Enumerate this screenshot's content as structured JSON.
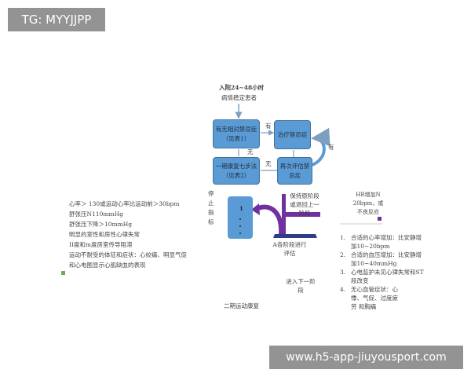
{
  "watermark_top": "TG: MYYJJPP",
  "watermark_bottom": "www.h5-app-jiuyousport.com",
  "flow": {
    "start_line1": "入院24~48小时",
    "start_line2": "病情稳定患者",
    "box1": "有无相对禁忌症（见表1）",
    "box2": "治疗禁忌症",
    "box3": "一期康复七步法（见表2）",
    "box4": "再次评估禁忌症",
    "label_yes1": "有",
    "label_no1": "无",
    "label_no2": "无",
    "label_yes2": "有"
  },
  "stop": {
    "title": "停止指标",
    "items": [
      "心率＞ 130或运动心率比运动前＞30bpm",
      "舒张压N110mmHg",
      "舒张压下降＞10mmHg",
      "明显的室性和房性心律失常",
      "II度和m度房室传导阻滞",
      "运动不耐受的体征和症状：心绞痛、明显气促",
      "和心电图显示心肌缺血的表现"
    ]
  },
  "stage": {
    "bar_number": "1",
    "keep": "保持原阶段或退回上一阶段",
    "evaluate": "A各阶段进行评估",
    "next": "进入下一阶段",
    "phase2": "二期运动康复"
  },
  "right": {
    "hr": "HR增加N 20bpm，或不良反应",
    "items": [
      {
        "n": "1.",
        "text": "合适的心率增加：比安静增加10~20bpm"
      },
      {
        "n": "2.",
        "text": "合适的血压增加：比安静增加10~40mmHg"
      },
      {
        "n": "3.",
        "text": "心电监护未见心律失常和ST段改变"
      },
      {
        "n": "4.",
        "text": "无心血管症状：心悸、气促、过度疲劳 和胸痛"
      }
    ]
  },
  "colors": {
    "box": "#5b9bd5",
    "purple": "#7030a0",
    "green": "#70ad47",
    "navy": "#2f3c8c"
  }
}
